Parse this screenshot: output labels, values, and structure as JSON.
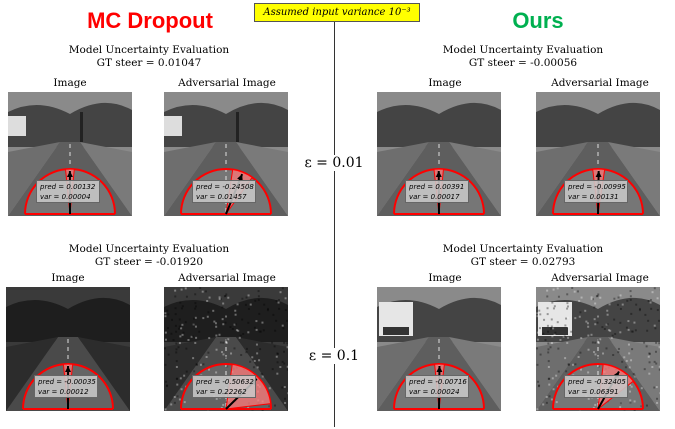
{
  "header": {
    "variance_label": "Assumed input variance 10⁻³"
  },
  "methods": [
    {
      "title": "MC Dropout",
      "color": "#ff0000"
    },
    {
      "title": "Ours",
      "color": "#00b050"
    }
  ],
  "epsilons": [
    "ε = 0.01",
    "ε = 0.1"
  ],
  "eval_title": "Model Uncertainty Evaluation",
  "image_label": "Image",
  "adv_label": "Adversarial Image",
  "groups": [
    {
      "gt": "GT steer = 0.01047",
      "panels": [
        {
          "pred": "pred = 0.00132",
          "var": "var = 0.00004",
          "steer": 0.00132,
          "variance": 4e-05,
          "scene": "city"
        },
        {
          "pred": "pred = -0.24508",
          "var": "var = 0.01457",
          "steer": -0.24508,
          "variance": 0.01457,
          "scene": "city"
        }
      ]
    },
    {
      "gt": "GT steer = -0.00056",
      "panels": [
        {
          "pred": "pred = 0.00391",
          "var": "var = 0.00017",
          "steer": 0.00391,
          "variance": 0.00017,
          "scene": "valley"
        },
        {
          "pred": "pred = -0.00995",
          "var": "var = 0.00131",
          "steer": -0.00995,
          "variance": 0.00131,
          "scene": "valley"
        }
      ]
    },
    {
      "gt": "GT steer = -0.01920",
      "panels": [
        {
          "pred": "pred = -0.00035",
          "var": "var = 0.00012",
          "steer": -0.00035,
          "variance": 0.00012,
          "scene": "dark"
        },
        {
          "pred": "pred = -0.50632",
          "var": "var = 0.22262",
          "steer": -0.50632,
          "variance": 0.22262,
          "scene": "noise"
        }
      ]
    },
    {
      "gt": "GT steer = 0.02793",
      "panels": [
        {
          "pred": "pred = -0.00716",
          "var": "var = 0.00024",
          "steer": -0.00716,
          "variance": 0.00024,
          "scene": "truck"
        },
        {
          "pred": "pred = -0.32405",
          "var": "var = 0.06391",
          "steer": -0.32405,
          "variance": 0.06391,
          "scene": "trucknoise"
        }
      ]
    }
  ]
}
